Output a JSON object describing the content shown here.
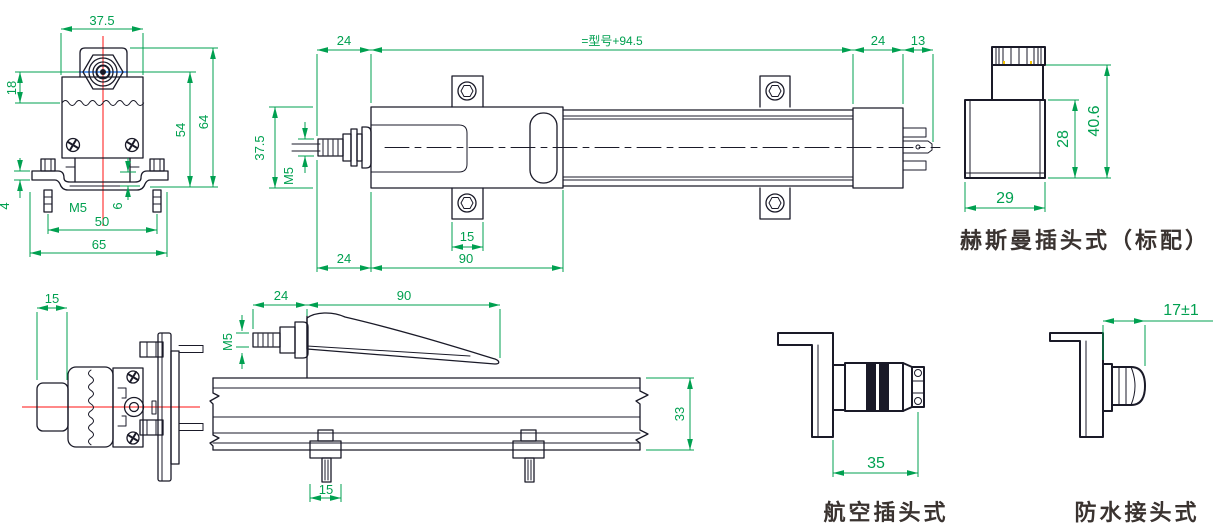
{
  "drawing": {
    "title": "linear-position-sensor-dimension-drawing",
    "colors": {
      "dimension_green": "#00a050",
      "outline": "#1a1a28",
      "centerline_red": "#ff1212",
      "highlight_blue": "#2f7fe8",
      "highlight_yellow": "#f5c400",
      "caption": "#3a3330",
      "background": "#ffffff"
    },
    "front_view": {
      "dims": {
        "body_width": "37.5",
        "nut_to_boot": "18",
        "inner_height": "54",
        "overall_height": "64",
        "flange_thickness": "4",
        "bolt_thread": "M5",
        "step_height": "6",
        "bolt_spacing": "50",
        "bracket_width": "65"
      }
    },
    "side_view": {
      "dims": {
        "rod_extension": "24",
        "overall_length": "=型号+94.5",
        "end_cap": "24",
        "pin_length": "13",
        "body_height": "37.5",
        "rod_thread": "M5",
        "ear_width": "15",
        "rod_extension_bottom": "24",
        "slider_length": "90"
      }
    },
    "hirschmann_view": {
      "caption": "赫斯曼插头式（标配）",
      "dims": {
        "body_height": "28",
        "overall_height": "40.6",
        "body_width": "29"
      }
    },
    "axial_view": {
      "dims": {
        "cap_width": "15"
      }
    },
    "top_view": {
      "dims": {
        "rod_extension": "24",
        "slider_length": "90",
        "rod_thread": "M5",
        "rail_width": "33",
        "clamp_width": "15"
      }
    },
    "aviation_view": {
      "caption": "航空插头式",
      "dims": {
        "length": "35"
      }
    },
    "waterproof_view": {
      "caption": "防水接头式",
      "dims": {
        "length": "17±1"
      }
    }
  }
}
